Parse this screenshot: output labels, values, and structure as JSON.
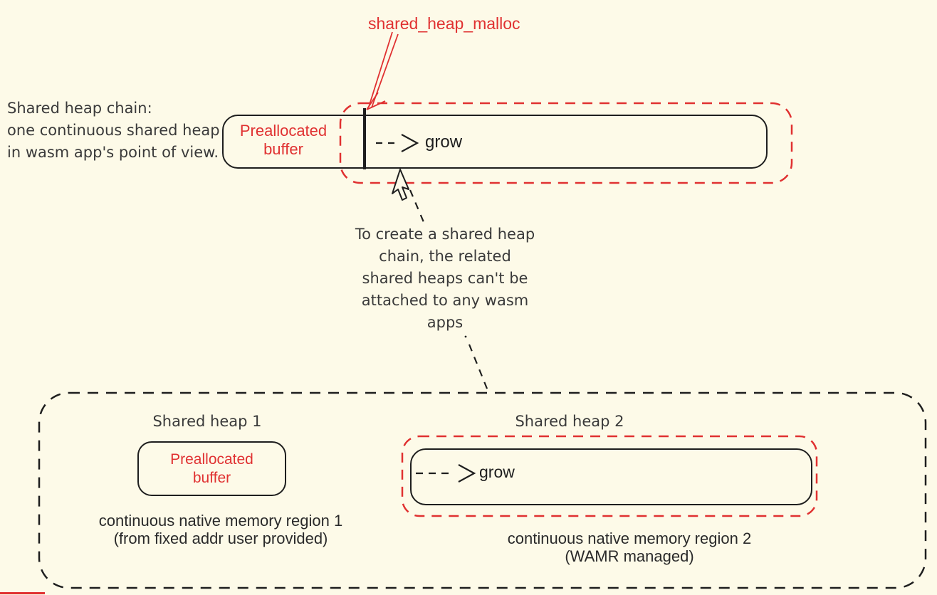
{
  "colors": {
    "background": "#FDFAE8",
    "ink": "#1e1e1e",
    "red": "#e03131",
    "note_text": "#3a3a3a"
  },
  "top_section": {
    "malloc_label": "shared_heap_malloc",
    "chain_note_lines": [
      "Shared heap chain:",
      "one continuous shared heap",
      "in wasm app's point of view."
    ],
    "prealloc_line1": "Preallocated",
    "prealloc_line2": "buffer",
    "grow_label": "grow"
  },
  "connector_note_lines": [
    "To create a shared heap",
    "chain, the related",
    "shared heaps can't be",
    "attached to any wasm",
    "apps"
  ],
  "bottom_section": {
    "heap1": {
      "title": "Shared heap 1",
      "box_line1": "Preallocated",
      "box_line2": "buffer",
      "caption_line1": "continuous native memory region 1",
      "caption_line2": "(from fixed addr user provided)"
    },
    "heap2": {
      "title": "Shared heap 2",
      "grow_label": "grow",
      "caption_line1": "continuous native memory region 2",
      "caption_line2": "(WAMR managed)"
    }
  }
}
